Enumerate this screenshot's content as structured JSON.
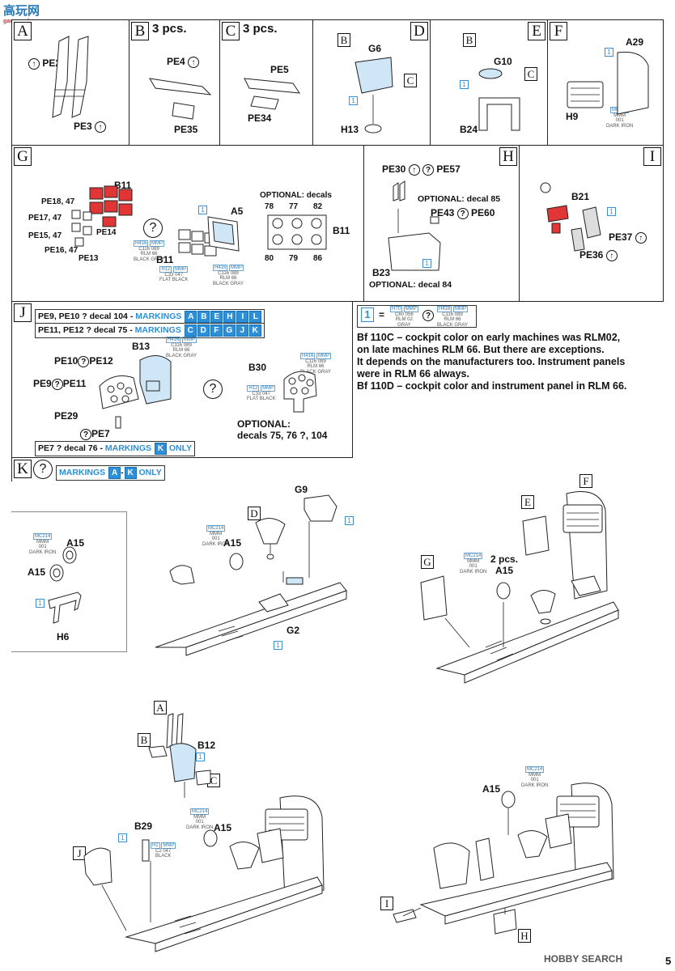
{
  "watermark_top": {
    "text": "高玩网",
    "sub": "gaowanshu.com"
  },
  "watermark_bottom": {
    "text": "HOBBY SEARCH"
  },
  "page_number": "5",
  "paint_codes": {
    "dark_iron": {
      "a": "MC214",
      "b": "MMM",
      "c": "001",
      "name": "DARK IRON"
    },
    "black_gray": {
      "a": "H416",
      "b": "MMP",
      "c1": "C116",
      "c2": "089",
      "n1": "RLM 66",
      "n2": "BLACK GRAY"
    },
    "flat_black": {
      "a": "H12",
      "b": "MMP",
      "c1": "C33",
      "c2": "047",
      "name": "FLAT BLACK"
    },
    "black": {
      "a": "H2",
      "b": "MMP",
      "c1": "C2",
      "c2": "047",
      "name": "BLACK"
    },
    "rlm02": {
      "a": "H70",
      "b": "MMP",
      "c1": "C60",
      "c2": "056",
      "n1": "RLM 02",
      "n2": "GRAY"
    }
  },
  "stepA": {
    "letter": "A",
    "pe2": "PE2",
    "pe3": "PE3"
  },
  "stepB": {
    "letter": "B",
    "pcs": "3 pcs.",
    "pe4": "PE4",
    "pe35": "PE35"
  },
  "stepC": {
    "letter": "C",
    "pcs": "3 pcs.",
    "pe5": "PE5",
    "pe34": "PE34"
  },
  "stepD": {
    "letter": "D",
    "b": "B",
    "c": "C",
    "g6": "G6",
    "h13": "H13"
  },
  "stepE": {
    "letter": "E",
    "b": "B",
    "c": "C",
    "g10": "G10",
    "b24": "B24"
  },
  "stepF": {
    "letter": "F",
    "a29": "A29",
    "h9": "H9"
  },
  "stepG": {
    "letter": "G",
    "b11": "B11",
    "a5": "A5",
    "b11b": "B11",
    "pe18": "PE18, 47",
    "pe17": "PE17, 47",
    "pe15": "PE15, 47",
    "pe16": "PE16, 47",
    "pe14": "PE14",
    "pe13": "PE13",
    "optional": "OPTIONAL: decals",
    "decals_top": [
      "78",
      "77",
      "82"
    ],
    "decals_bottom": [
      "80",
      "79",
      "86"
    ],
    "b11c": "B11"
  },
  "stepH": {
    "letter": "H",
    "pe30": "PE30",
    "pe57": "PE57",
    "optional85": "OPTIONAL: decal 85",
    "pe43": "PE43",
    "pe60": "PE60",
    "b23": "B23",
    "optional84": "OPTIONAL: decal 84"
  },
  "stepI": {
    "letter": "I",
    "b21": "B21",
    "pe37": "PE37",
    "pe36": "PE36"
  },
  "stepJ": {
    "letter": "J",
    "line1": "PE9, PE10 ? decal 104 - ",
    "line2": "PE11, PE12 ? decal 75 - ",
    "markings_word": "MARKINGS",
    "marks1": [
      "A",
      "B",
      "E",
      "H",
      "I",
      "L"
    ],
    "marks2": [
      "C",
      "D",
      "F",
      "G",
      "J",
      "K"
    ],
    "pe10": "PE10",
    "pe12": "PE12",
    "pe9": "PE9",
    "pe11": "PE11",
    "pe29": "PE29",
    "pe7": "PE7",
    "b13": "B13",
    "b30": "B30",
    "optional": "OPTIONAL:",
    "optional2": "decals 75, 76 ?, 104",
    "bottom_line": "PE7 ? decal 76 - ",
    "bottom_mark": "K",
    "only": "ONLY"
  },
  "legend": {
    "one": "1",
    "eq": "="
  },
  "note": [
    "Bf 110C – cockpit color on early machines was RLM02,",
    "on late machines RLM 66. But there are exceptions.",
    "It depends on the manufacturers too. Instrument panels",
    "were in RLM 66 always.",
    "Bf 110D – cockpit color and instrument panel in RLM 66."
  ],
  "stepK": {
    "letter": "K",
    "markings": "MARKINGS",
    "from": "A",
    "to": "K",
    "only": "ONLY"
  },
  "assembly1": {
    "a15a": "A15",
    "a15b": "A15",
    "h6": "H6",
    "a15c": "A15",
    "d": "D",
    "g9": "G9",
    "g2": "G2"
  },
  "assembly2": {
    "e": "E",
    "f": "F",
    "g": "G",
    "pcs": "2 pcs.",
    "a15": "A15"
  },
  "assembly3": {
    "a": "A",
    "b": "B",
    "b12": "B12",
    "c": "C",
    "b29": "B29",
    "a15": "A15",
    "j": "J"
  },
  "assembly4": {
    "a15": "A15",
    "i": "I",
    "h": "H"
  }
}
